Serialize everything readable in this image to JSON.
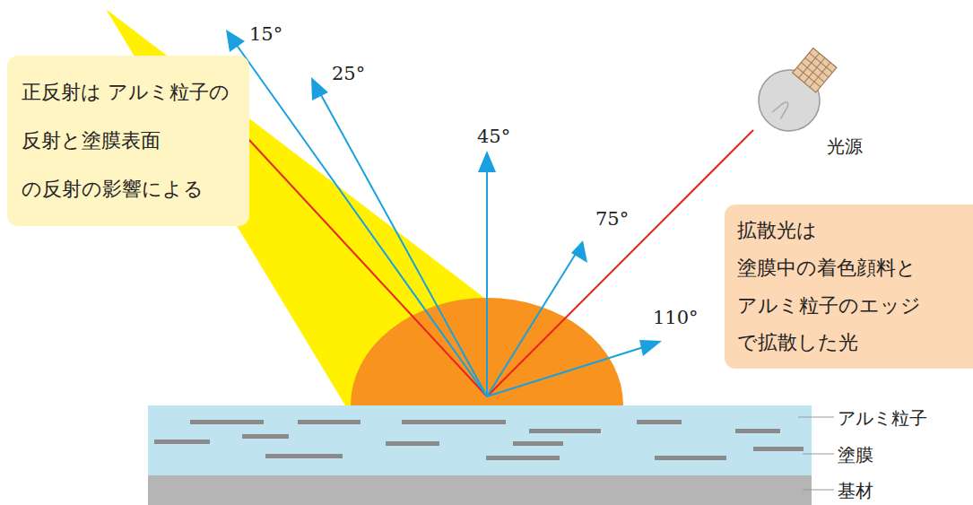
{
  "diagram": {
    "nodes": [
      {
        "text": [
          "正反射は アルミ粒子の 反射と塗膜表面 の反射の影響による"
        ]
      },
      {
        "text": [
          "拡散光は 塗膜中の着色顔料と アルミ粒子のエッジ で拡散した光"
        ]
      }
    ],
    "labels": [
      "15°",
      "25°",
      "45°",
      "75°",
      "110°",
      "光源",
      "アルミ粒子",
      "塗膜",
      "基材"
    ]
  }
}
